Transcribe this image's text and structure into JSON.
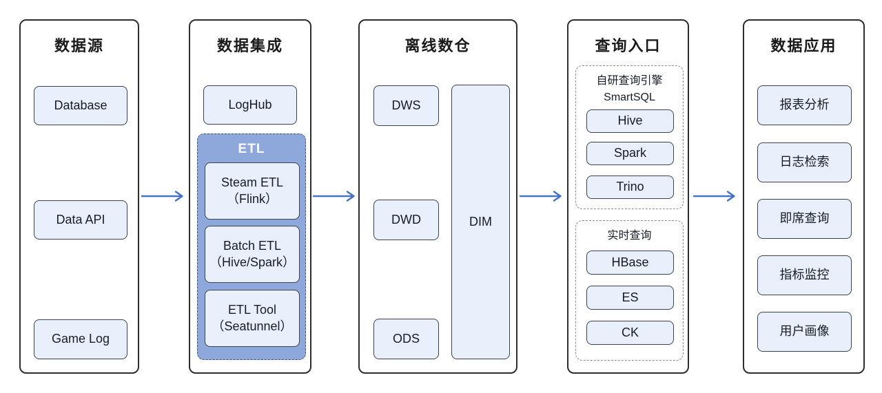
{
  "colors": {
    "accent": "#4472C4",
    "box_fill": "#EAF0FB",
    "box_border": "#3A4150",
    "etl_fill": "#8FA8DC",
    "etl_border": "#44546A",
    "panel_border": "#2D2D2D",
    "dashed_border": "#8C8C8C",
    "text": "#1A1A1A"
  },
  "columns": [
    {
      "title": "数据源",
      "boxes": [
        "Database",
        "Data API",
        "Game Log"
      ]
    },
    {
      "title": "数据集成",
      "loghub": "LogHub",
      "etl": {
        "label": "ETL",
        "boxes": [
          {
            "line1": "Steam ETL",
            "line2": "（Flink）"
          },
          {
            "line1": "Batch ETL",
            "line2": "（Hive/Spark）"
          },
          {
            "line1": "ETL Tool",
            "line2": "（Seatunnel）"
          }
        ]
      }
    },
    {
      "title": "离线数仓",
      "layers": [
        "DWS",
        "DWD",
        "ODS"
      ],
      "dim": "DIM"
    },
    {
      "title": "查询入口",
      "groups": [
        {
          "label_line1": "自研查询引擎",
          "label_line2": "SmartSQL",
          "engines": [
            "Hive",
            "Spark",
            "Trino"
          ]
        },
        {
          "label_line1": "实时查询",
          "engines": [
            "HBase",
            "ES",
            "CK"
          ]
        }
      ]
    },
    {
      "title": "数据应用",
      "boxes": [
        "报表分析",
        "日志检索",
        "即席查询",
        "指标监控",
        "用户画像"
      ]
    }
  ]
}
